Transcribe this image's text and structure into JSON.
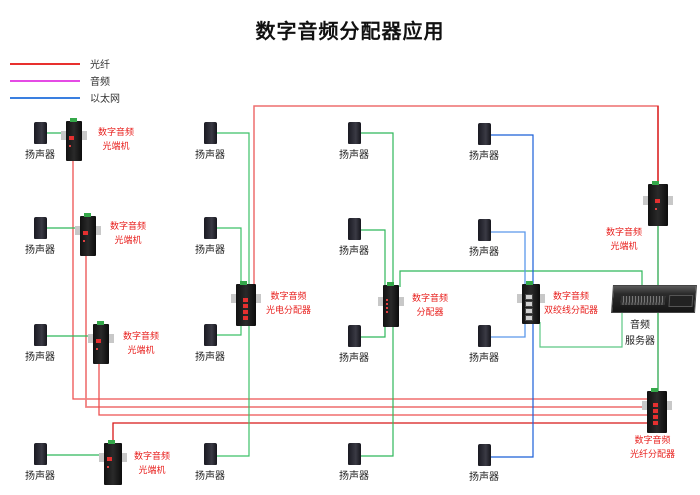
{
  "title": "数字音频分配器应用",
  "legend": [
    {
      "label": "光纤",
      "color": "#e8302e"
    },
    {
      "label": "音频",
      "color": "#e54be5"
    },
    {
      "label": "以太网",
      "color": "#3a7fe0"
    }
  ],
  "colors": {
    "fiber": "#e8302e",
    "fiber_light": "#f07a7a",
    "audio_link": "#2fb85a",
    "ethernet": "#2a6fd9",
    "device_label": "#e8201e"
  },
  "speaker_label": "扬声器",
  "speakers": [
    {
      "id": "s1",
      "label": "扬声器"
    },
    {
      "id": "s2",
      "label": "扬声器"
    },
    {
      "id": "s3",
      "label": "扬声器"
    },
    {
      "id": "s4",
      "label": "扬声器"
    },
    {
      "id": "s5",
      "label": "扬声器"
    },
    {
      "id": "s6",
      "label": "扬声器"
    },
    {
      "id": "s7",
      "label": "扬声器"
    },
    {
      "id": "s8",
      "label": "扬声器"
    },
    {
      "id": "s9",
      "label": "扬声器"
    },
    {
      "id": "s10",
      "label": "扬声器"
    },
    {
      "id": "s11",
      "label": "扬声器"
    },
    {
      "id": "s12",
      "label": "扬声器"
    },
    {
      "id": "s13",
      "label": "扬声器"
    },
    {
      "id": "s14",
      "label": "扬声器"
    },
    {
      "id": "s15",
      "label": "扬声器"
    },
    {
      "id": "s16",
      "label": "扬声器"
    }
  ],
  "devices": {
    "transceiver1": {
      "line1": "数字音频",
      "line2": "光端机"
    },
    "transceiver2": {
      "line1": "数字音频",
      "line2": "光端机"
    },
    "transceiver3": {
      "line1": "数字音频",
      "line2": "光端机"
    },
    "transceiver4": {
      "line1": "数字音频",
      "line2": "光端机"
    },
    "transceiver_right": {
      "line1": "数字音频",
      "line2": "光端机"
    },
    "opto_splitter": {
      "line1": "数字音频",
      "line2": "光电分配器"
    },
    "audio_splitter": {
      "line1": "数字音频",
      "line2": "分配器"
    },
    "twisted_splitter": {
      "line1": "数字音频",
      "line2": "双绞线分配器"
    },
    "fiber_splitter": {
      "line1": "数字音频",
      "line2": "光纤分配器"
    },
    "server": {
      "line1": "音频",
      "line2": "服务器"
    }
  }
}
